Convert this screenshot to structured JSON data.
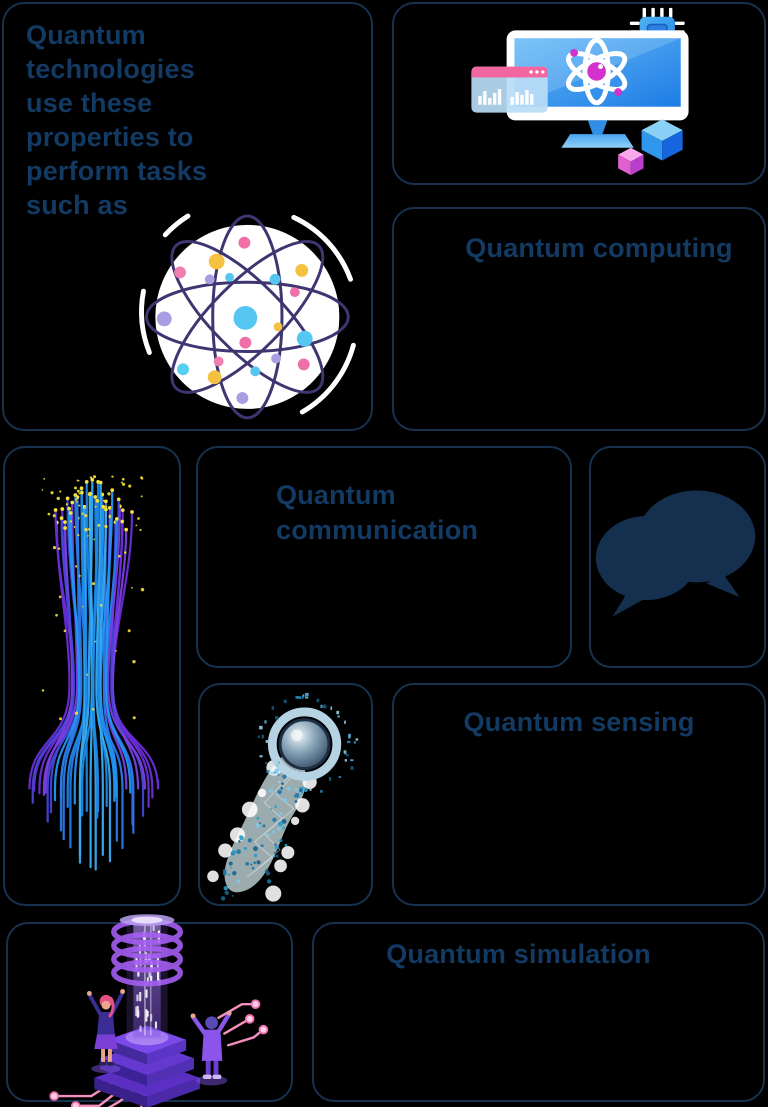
{
  "page": {
    "background_color": "#000000",
    "card_border_color": "#16324f",
    "text_color": "#123a63",
    "accent_colors": {
      "blue": "#2196f3",
      "magenta": "#d332cc",
      "pink": "#f2679f",
      "yellow": "#f5c141",
      "purple": "#7b3fe0"
    }
  },
  "intro_card": {
    "text": "Quantum technologies use these properties to perform tasks such as",
    "illustration": "atom-orbit-illustration"
  },
  "sections": {
    "computing": {
      "title": "Quantum computing",
      "illustration": "quantum-computer-monitor-illustration"
    },
    "communication": {
      "title": "Quantum communication",
      "illustration": "fiber-optic-cable-illustration",
      "secondary_illustration": "chat-bubbles-illustration"
    },
    "sensing": {
      "title": "Quantum sensing",
      "illustration": "quantum-sensor-probe-illustration"
    },
    "simulation": {
      "title": "Quantum simulation",
      "illustration": "quantum-simulator-machine-illustration"
    }
  }
}
